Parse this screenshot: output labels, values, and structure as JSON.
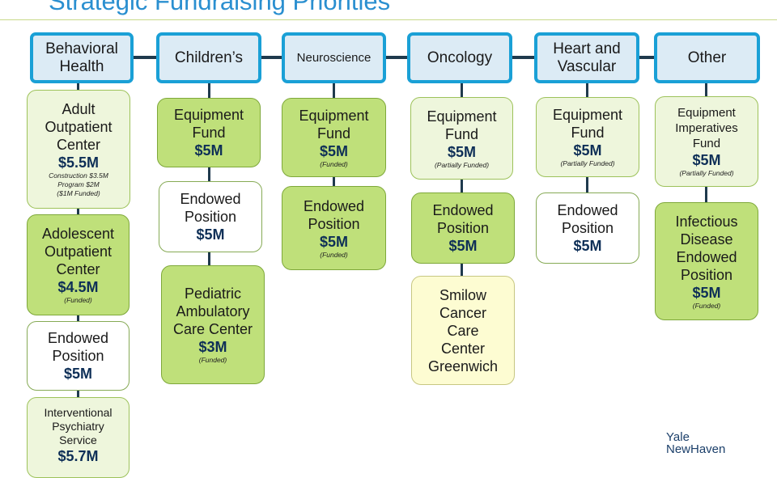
{
  "title": "Strategic Fundraising Priorities",
  "logo": {
    "line1": "Yale",
    "line2": "NewHaven"
  },
  "columns": [
    {
      "header": "Behavioral Health",
      "boxes": [
        {
          "title": "Adult Outpatient Center",
          "amount": "$5.5M",
          "notes": [
            "Construction $3.5M",
            "Program $2M",
            "($1M Funded)"
          ]
        },
        {
          "title": "Adolescent Outpatient Center",
          "amount": "$4.5M",
          "notes": [
            "(Funded)"
          ]
        },
        {
          "title": "Endowed Position",
          "amount": "$5M",
          "notes": []
        },
        {
          "title": "Interventional Psychiatry Service",
          "amount": "$5.7M",
          "notes": []
        }
      ]
    },
    {
      "header": "Children’s",
      "boxes": [
        {
          "title": "Equipment Fund",
          "amount": "$5M",
          "notes": []
        },
        {
          "title": "Endowed Position",
          "amount": "$5M",
          "notes": []
        },
        {
          "title": "Pediatric Ambulatory Care Center",
          "amount": "$3M",
          "notes": [
            "(Funded)"
          ]
        }
      ]
    },
    {
      "header": "Neuroscience",
      "boxes": [
        {
          "title": "Equipment Fund",
          "amount": "$5M",
          "notes": [
            "(Funded)"
          ]
        },
        {
          "title": "Endowed Position",
          "amount": "$5M",
          "notes": [
            "(Funded)"
          ]
        }
      ]
    },
    {
      "header": "Oncology",
      "boxes": [
        {
          "title": "Equipment Fund",
          "amount": "$5M",
          "notes": [
            "(Partially Funded)"
          ]
        },
        {
          "title": "Endowed Position",
          "amount": "$5M",
          "notes": []
        },
        {
          "title": "Smilow Cancer Care Center Greenwich",
          "amount": "",
          "notes": []
        }
      ]
    },
    {
      "header": "Heart and Vascular",
      "boxes": [
        {
          "title": "Equipment Fund",
          "amount": "$5M",
          "notes": [
            "(Partially Funded)"
          ]
        },
        {
          "title": "Endowed Position",
          "amount": "$5M",
          "notes": []
        }
      ]
    },
    {
      "header": "Other",
      "boxes": [
        {
          "title": "Equipment Imperatives Fund",
          "amount": "$5M",
          "notes": [
            "(Partially Funded)"
          ]
        },
        {
          "title": "Infectious Disease Endowed Position",
          "amount": "$5M",
          "notes": [
            "(Funded)"
          ]
        }
      ]
    }
  ],
  "colors": {
    "title": "#2a8fd0",
    "header_border": "#1aa0d6",
    "header_fill": "#dcebf5",
    "box_light": "#eef6dc",
    "box_green": "#bfe07a",
    "box_white": "#ffffff",
    "box_yellow": "#fdfcd2",
    "connector": "#1f3a4d",
    "amount": "#0e2f57"
  }
}
